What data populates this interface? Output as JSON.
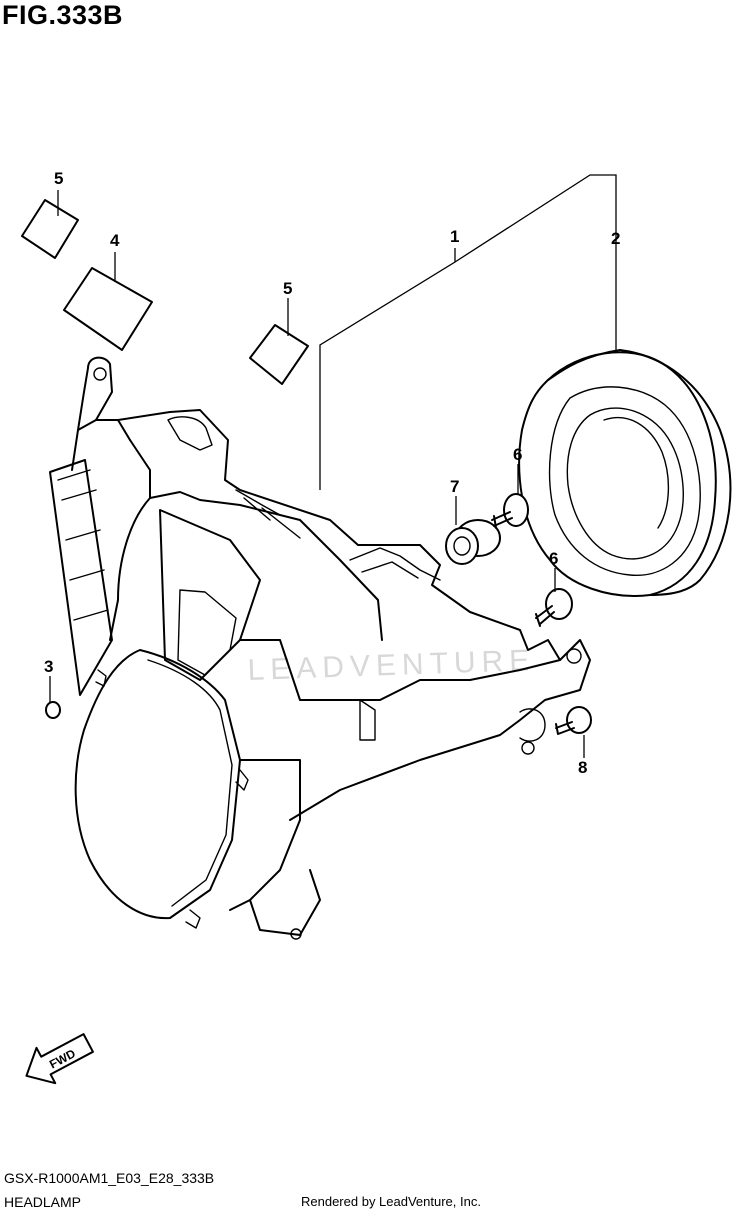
{
  "figure": {
    "title": "FIG.333B"
  },
  "callouts": {
    "c1": "1",
    "c2": "2",
    "c3": "3",
    "c4": "4",
    "c5a": "5",
    "c5b": "5",
    "c6a": "6",
    "c6b": "6",
    "c7": "7",
    "c8": "8"
  },
  "direction_badge": "FWD",
  "watermark": "LEADVENTURE",
  "footer": {
    "model_code": "GSX-R1000AM1_E03_E28_333B",
    "section_name": "HEADLAMP",
    "rendered_by": "Rendered by LeadVenture, Inc."
  },
  "colors": {
    "line": "#000000",
    "background": "#ffffff",
    "watermark": "#d8d8d8"
  }
}
